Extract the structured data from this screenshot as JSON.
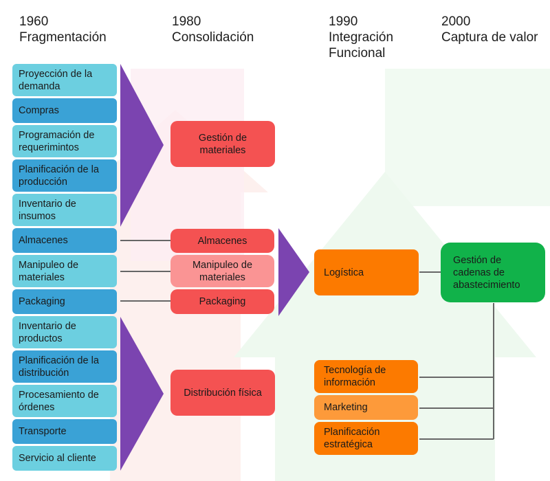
{
  "eras": [
    {
      "year": "1960",
      "label": "Fragmentación"
    },
    {
      "year": "1980",
      "label": "Consolidación"
    },
    {
      "year": "1990",
      "label": "Integración Funcional"
    },
    {
      "year": "2000",
      "label": "Captura de valor"
    }
  ],
  "activities": [
    "Proyección de la demanda",
    "Compras",
    "Programación de requerimintos",
    "Planificación de la producción",
    "Inventario de insumos",
    "Almacenes",
    "Manipuleo de materiales",
    "Packaging",
    "Inventario de productos",
    "Planificación de la distribución",
    "Procesamiento de órdenes",
    "Transporte",
    "Servicio al cliente"
  ],
  "consolidation": {
    "materials": "Gestión de materiales",
    "warehouses": "Almacenes",
    "handling": "Manipuleo de materiales",
    "packaging": "Packaging",
    "distribution": "Distribución física"
  },
  "integration": {
    "logistics": "Logística",
    "it": "Tecnología de información",
    "marketing": "Marketing",
    "strategy": "Planificación estratégica"
  },
  "value_capture": {
    "scm": "Gestión de cadenas de abastecimiento"
  },
  "colors": {
    "activity_light": "#6ccfe0",
    "activity_dark": "#3aa2d6",
    "consolidation": "#f45252",
    "consolidation_light": "#fa9494",
    "arrow": "#7b44b0",
    "logistics": "#fc7a00",
    "integration_light": "#fd9a3a",
    "scm": "#11b24a",
    "connector": "#666666"
  }
}
